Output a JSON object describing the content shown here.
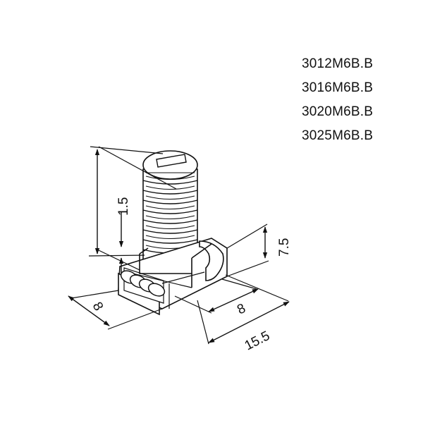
{
  "part_codes": [
    "3012M6B.B",
    "3016M6B.B",
    "3020M6B.B",
    "3025M6B.B"
  ],
  "dimensions": {
    "shank_offset": "1.5",
    "head_height": "7.5",
    "head_width": "8",
    "slot_width": "8",
    "head_length": "15.5"
  },
  "colors": {
    "line": "#111111",
    "background": "#ffffff"
  }
}
